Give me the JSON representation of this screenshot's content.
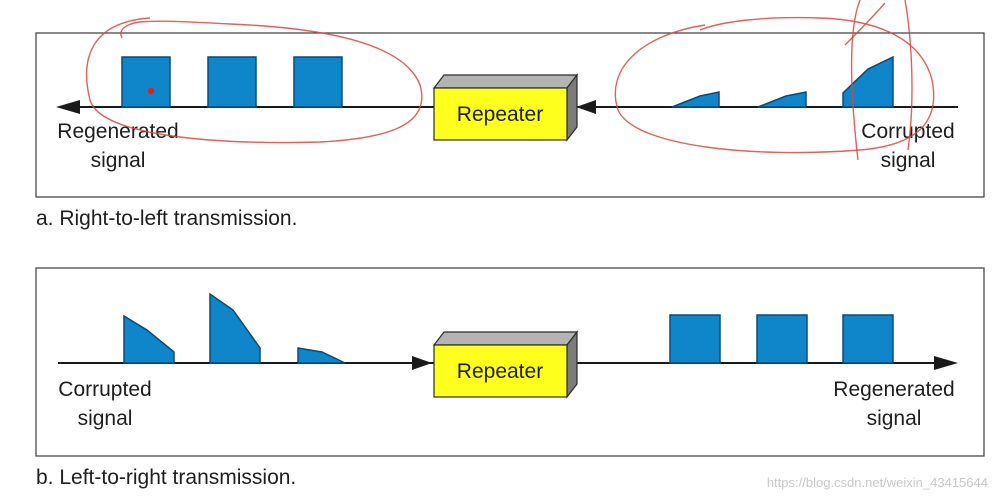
{
  "panel_a": {
    "caption": "a. Right-to-left transmission.",
    "repeater_label": "Repeater",
    "left_label_line1": "Regenerated",
    "left_label_line2": "signal",
    "right_label_line1": "Corrupted",
    "right_label_line2": "signal"
  },
  "panel_b": {
    "caption": "b. Left-to-right transmission.",
    "repeater_label": "Repeater",
    "left_label_line1": "Corrupted",
    "left_label_line2": "signal",
    "right_label_line1": "Regenerated",
    "right_label_line2": "signal"
  },
  "watermark": "https://blog.csdn.net/weixin_43415644",
  "colors": {
    "pulse": "#0f86c9",
    "repeater": "#ffff1e",
    "annotation": "#d9473f"
  }
}
